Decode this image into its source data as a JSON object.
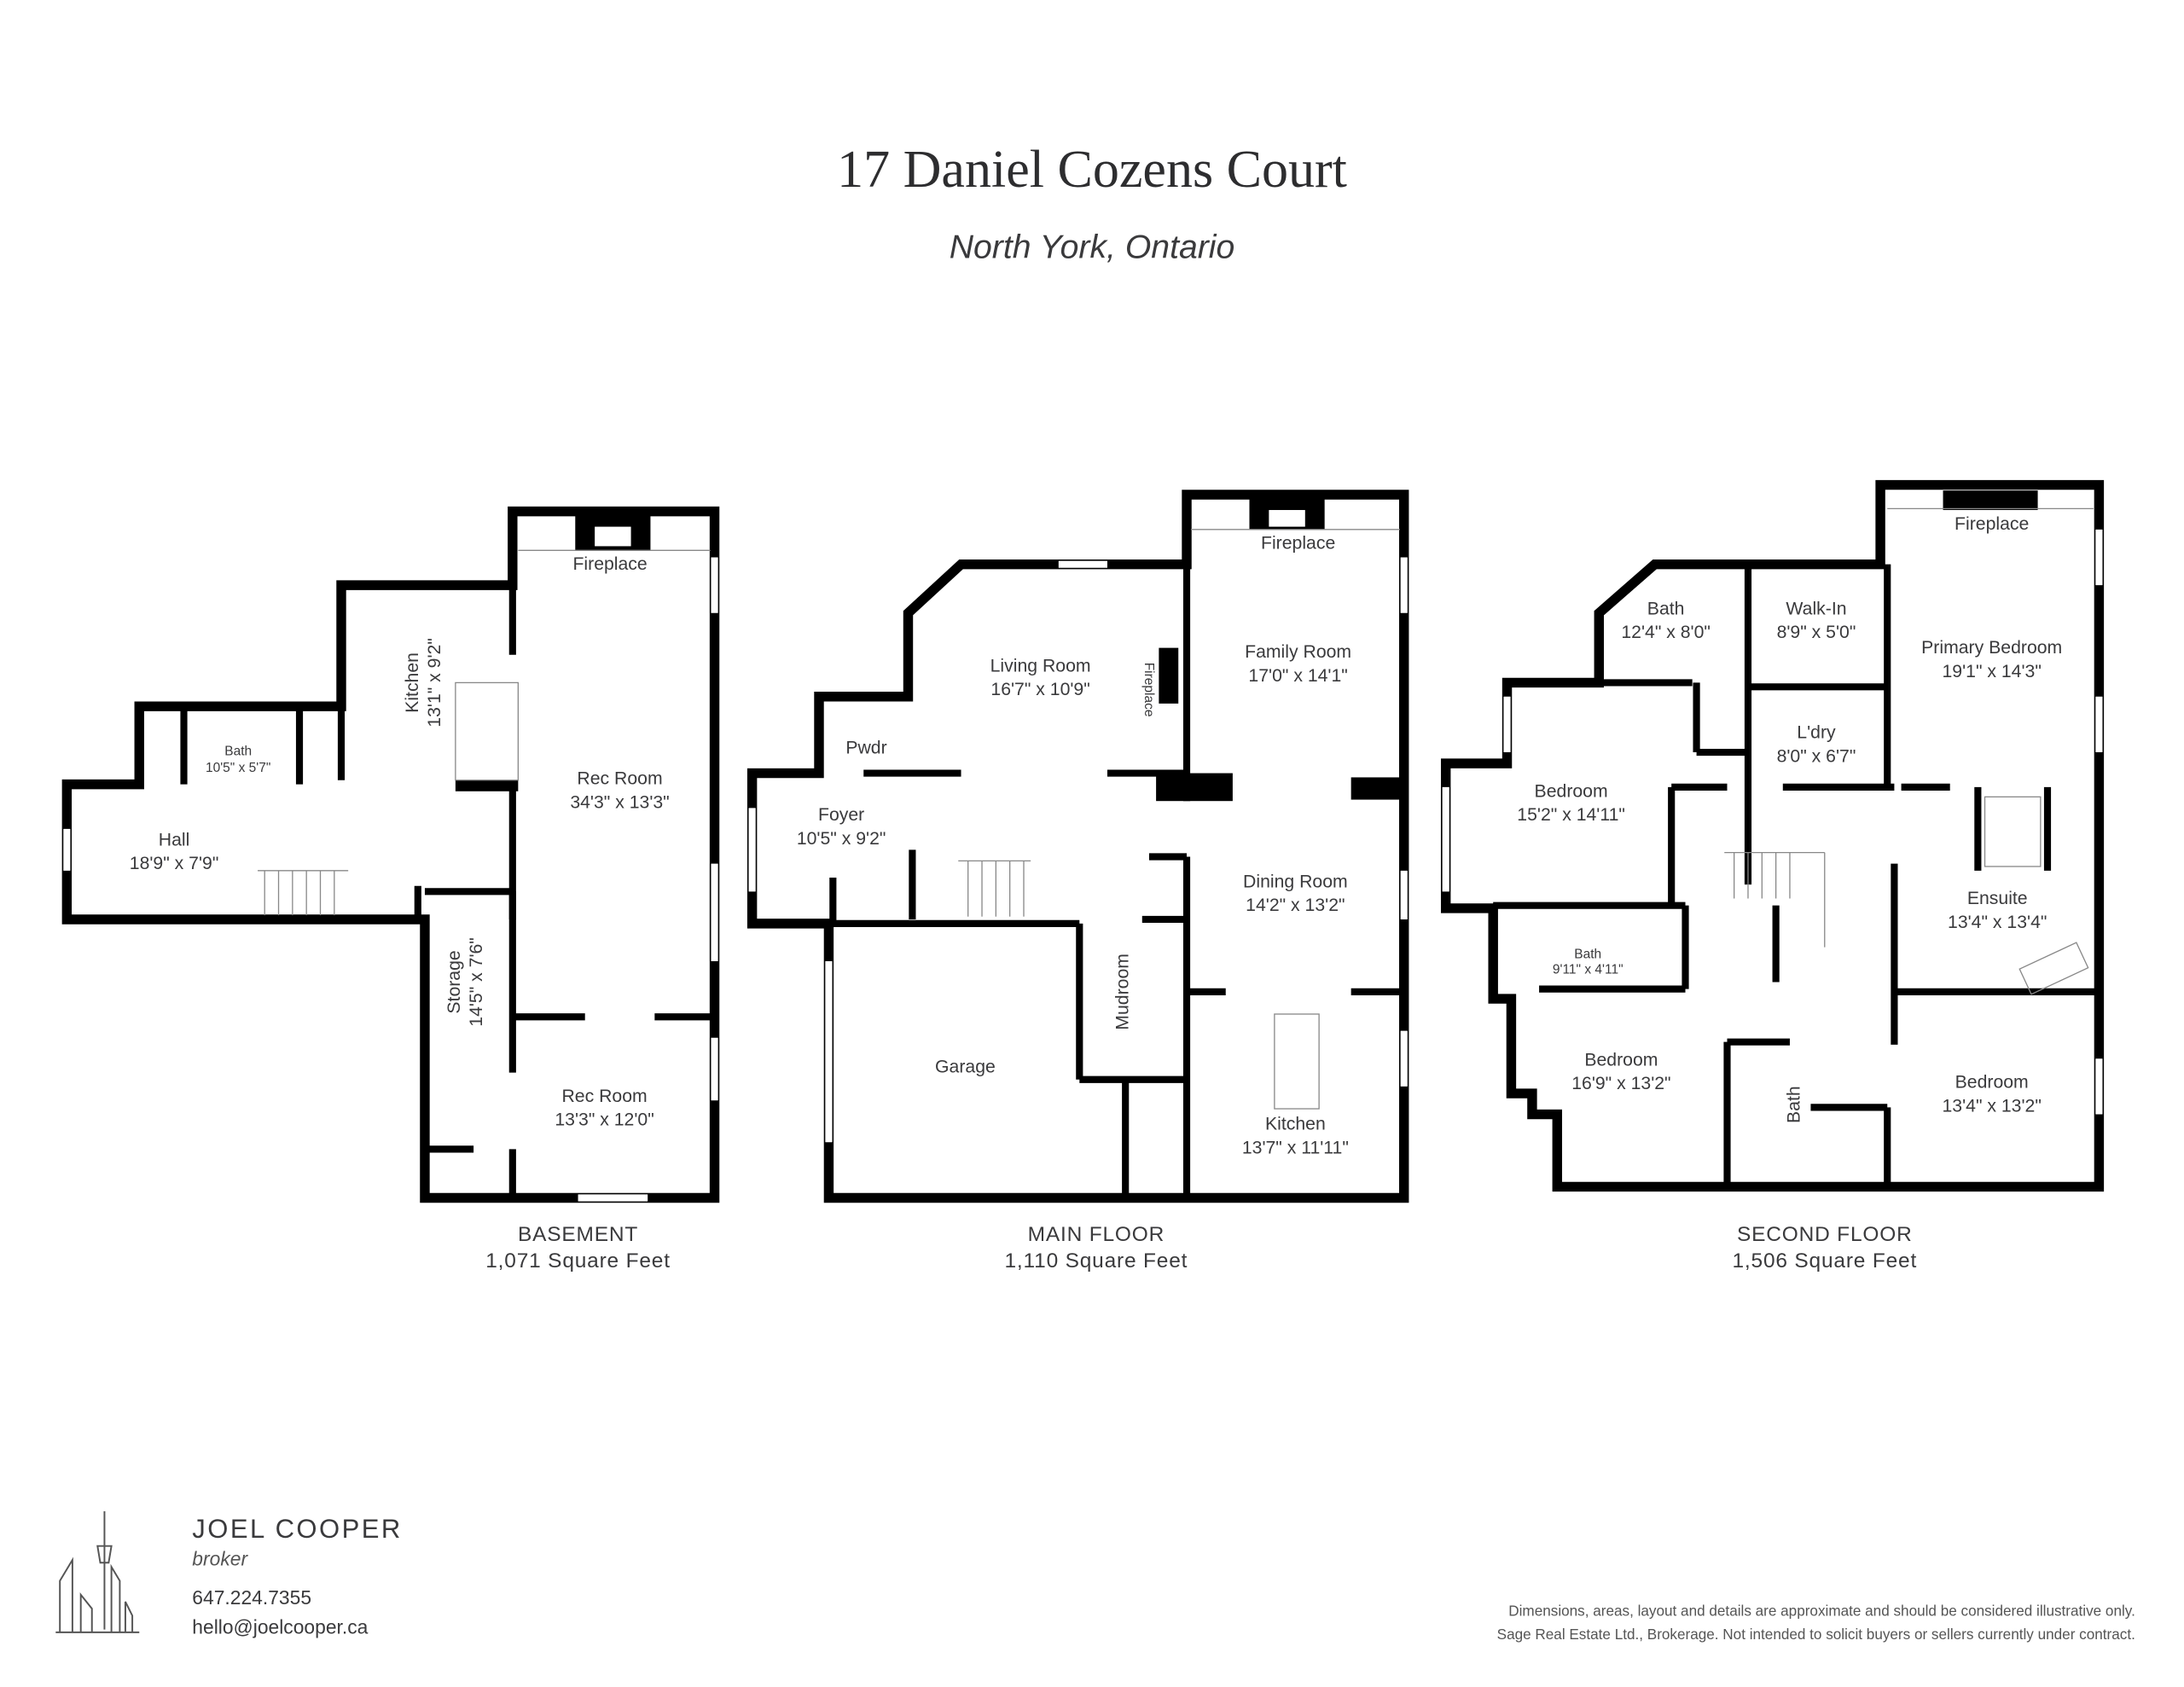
{
  "header": {
    "title": "17 Daniel Cozens Court",
    "subtitle": "North York, Ontario"
  },
  "floors": [
    {
      "name": "BASEMENT",
      "area": "1,071 Square Feet",
      "rooms": [
        {
          "label": "Fireplace"
        },
        {
          "label": "Kitchen",
          "dims": "13'1\" x 9'2\""
        },
        {
          "label": "Bath",
          "dims": "10'5\" x 5'7\""
        },
        {
          "label": "Hall",
          "dims": "18'9\" x 7'9\""
        },
        {
          "label": "Rec Room",
          "dims": "34'3\" x 13'3\""
        },
        {
          "label": "Storage",
          "dims": "14'5\" x 7'6\""
        },
        {
          "label": "Rec Room",
          "dims": "13'3\" x 12'0\""
        }
      ]
    },
    {
      "name": "MAIN FLOOR",
      "area": "1,110 Square Feet",
      "rooms": [
        {
          "label": "Fireplace"
        },
        {
          "label": "Living Room",
          "dims": "16'7\" x 10'9\""
        },
        {
          "label": "Fireplace"
        },
        {
          "label": "Family Room",
          "dims": "17'0\" x 14'1\""
        },
        {
          "label": "Pwdr"
        },
        {
          "label": "Foyer",
          "dims": "10'5\" x 9'2\""
        },
        {
          "label": "Dining Room",
          "dims": "14'2\" x 13'2\""
        },
        {
          "label": "Mudroom"
        },
        {
          "label": "Garage"
        },
        {
          "label": "Kitchen",
          "dims": "13'7\" x 11'11\""
        }
      ]
    },
    {
      "name": "SECOND FLOOR",
      "area": "1,506 Square Feet",
      "rooms": [
        {
          "label": "Fireplace"
        },
        {
          "label": "Bath",
          "dims": "12'4\" x 8'0\""
        },
        {
          "label": "Walk-In",
          "dims": "8'9\" x 5'0\""
        },
        {
          "label": "Primary Bedroom",
          "dims": "19'1\" x 14'3\""
        },
        {
          "label": "L'dry",
          "dims": "8'0\" x 6'7\""
        },
        {
          "label": "Bedroom",
          "dims": "15'2\" x 14'11\""
        },
        {
          "label": "Ensuite",
          "dims": "13'4\" x 13'4\""
        },
        {
          "label": "Bath",
          "dims": "9'11\" x 4'11\""
        },
        {
          "label": "Bedroom",
          "dims": "16'9\" x 13'2\""
        },
        {
          "label": "Bath"
        },
        {
          "label": "Bedroom",
          "dims": "13'4\" x 13'2\""
        }
      ]
    }
  ],
  "footer": {
    "name": "JOEL COOPER",
    "role": "broker",
    "phone": "647.224.7355",
    "email": "hello@joelcooper.ca",
    "disclaimer_1": "Dimensions, areas, layout and details are approximate and should be considered illustrative only.",
    "disclaimer_2": "Sage Real Estate Ltd., Brokerage. Not intended to solicit buyers or sellers currently under contract."
  }
}
